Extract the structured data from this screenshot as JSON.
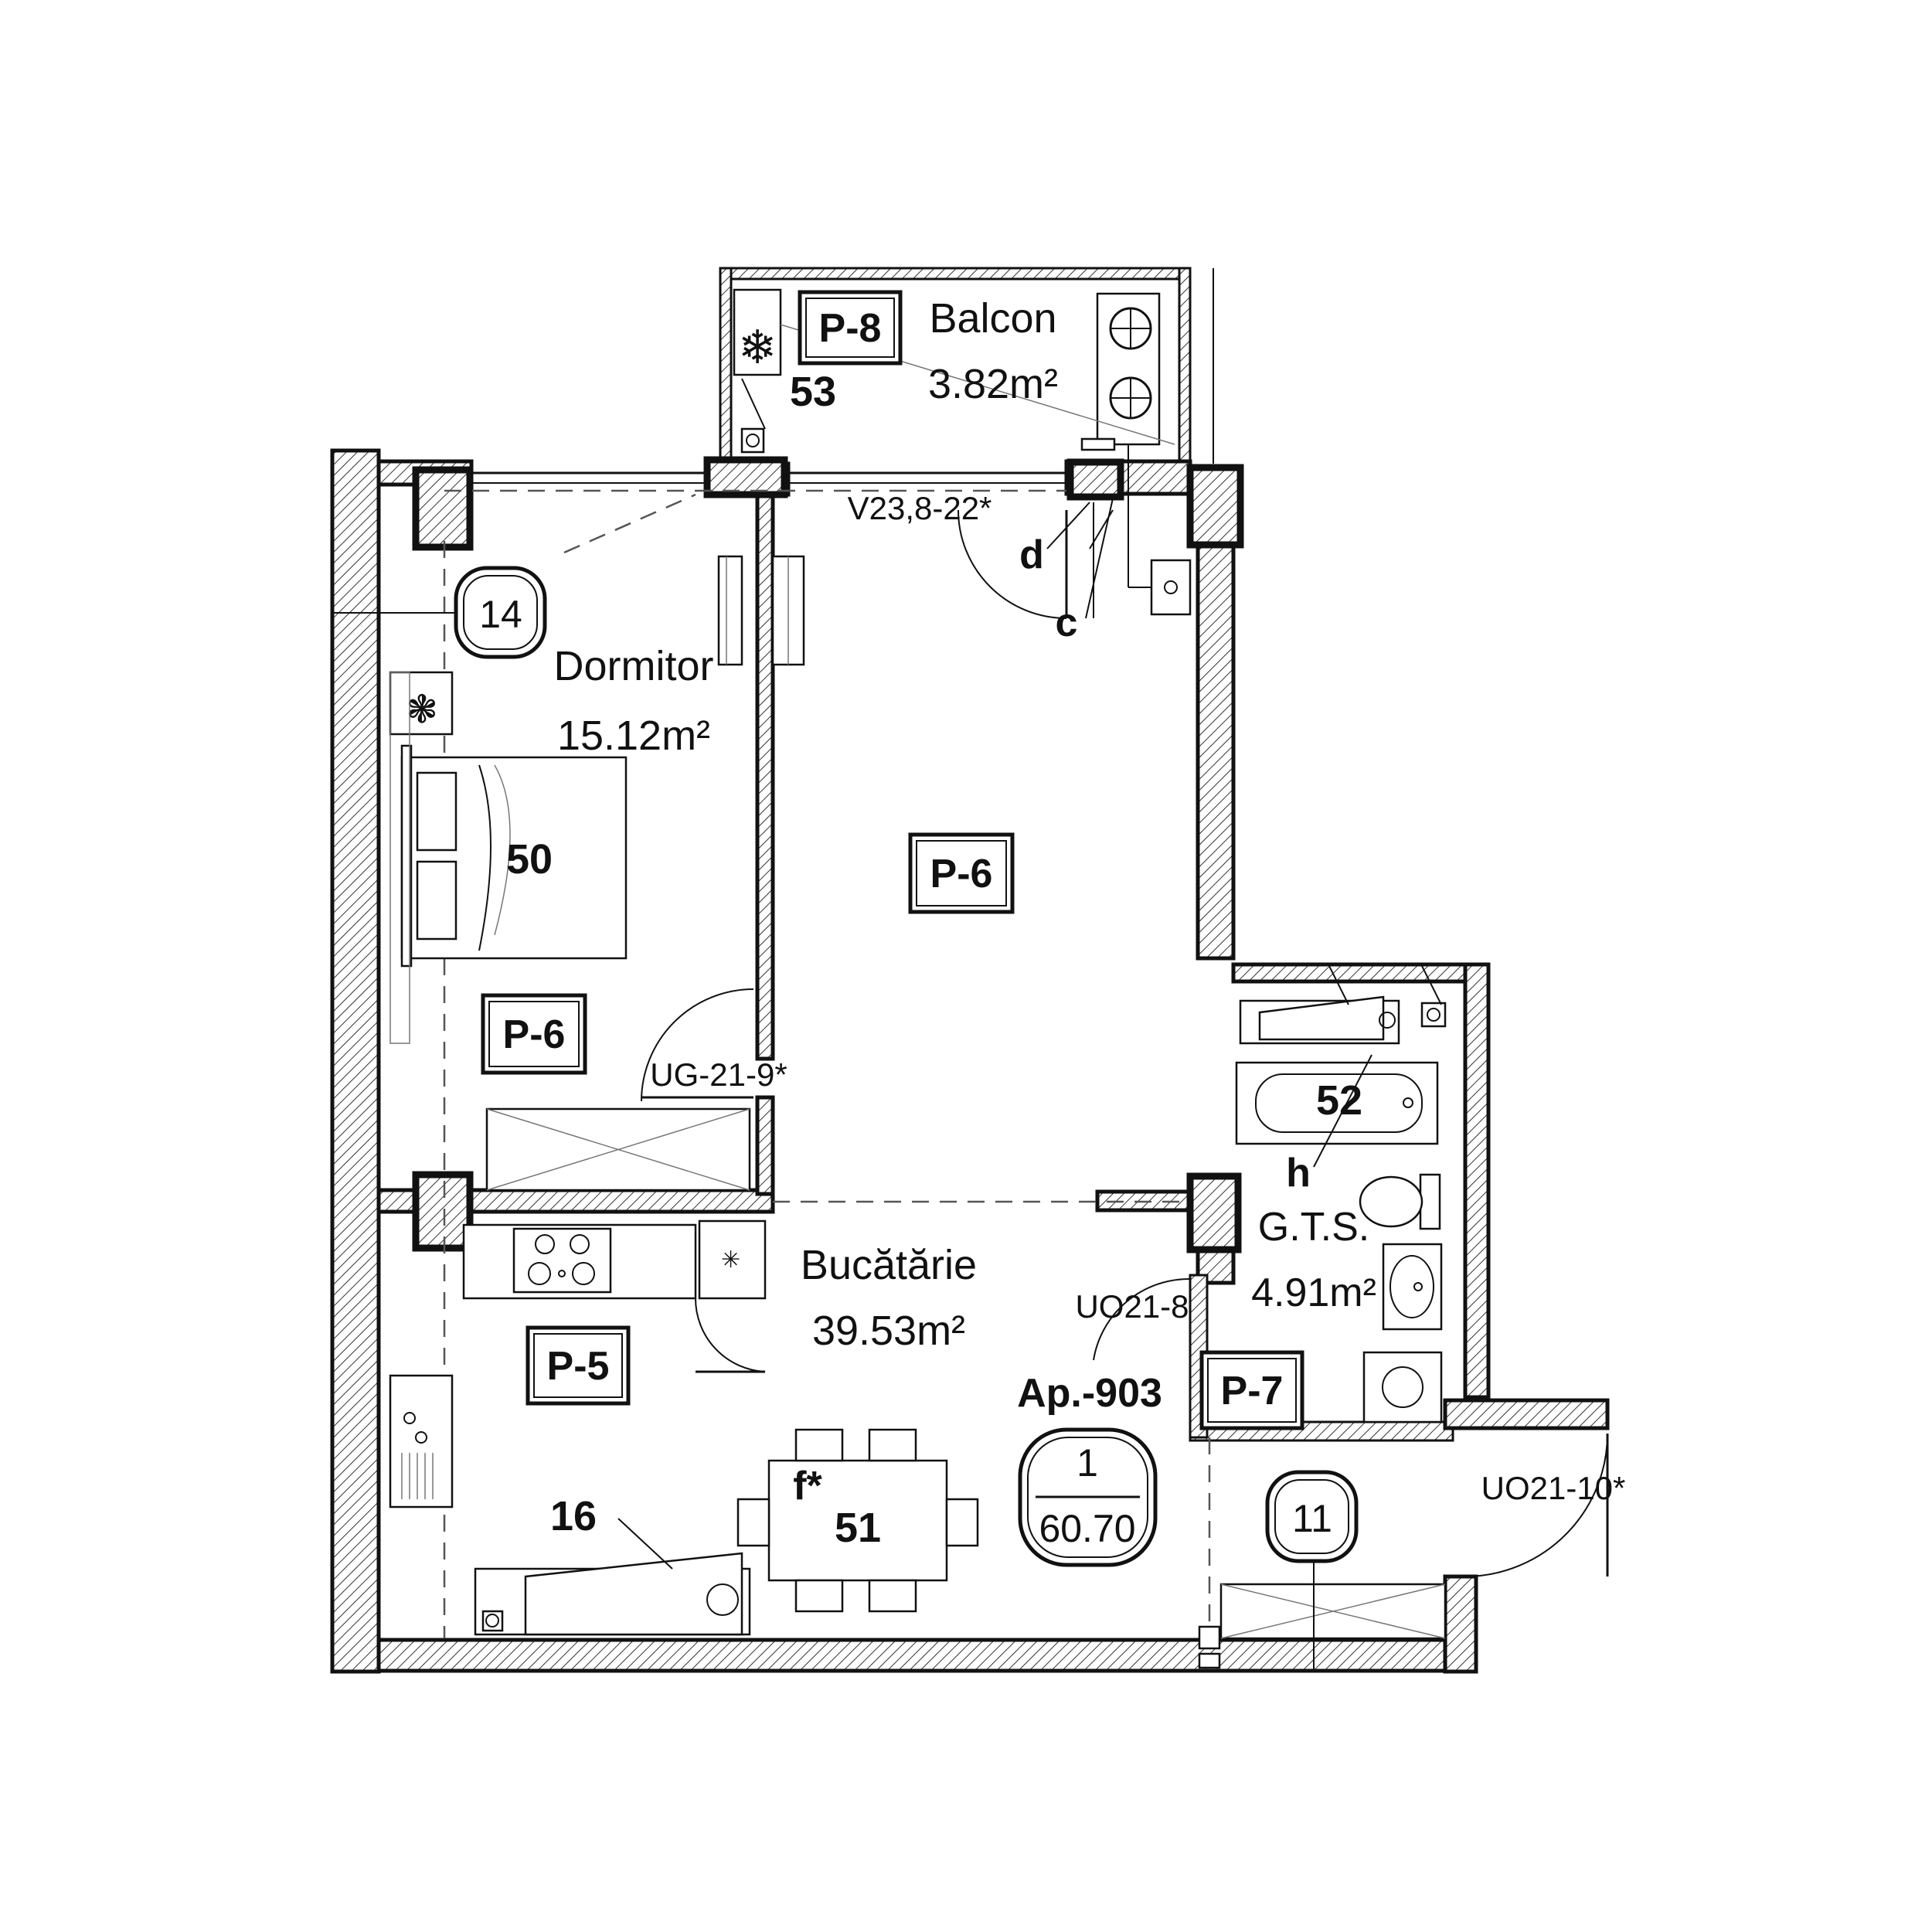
{
  "apartment": {
    "id": "Ap.-903",
    "badge_top": "1",
    "badge_bottom": "60.70"
  },
  "rooms": {
    "balcony": {
      "name": "Balcon",
      "area": "3.82m²"
    },
    "bedroom": {
      "name": "Dormitor",
      "area": "15.12m²"
    },
    "kitchen": {
      "name": "Bucătărie",
      "area": "39.53m²"
    },
    "bathroom": {
      "name": "G.T.S.",
      "area": "4.91m²"
    }
  },
  "floor_tags": [
    "P-8",
    "P-6",
    "P-6",
    "P-5",
    "P-7"
  ],
  "circle_tags": [
    "14",
    "11"
  ],
  "item_numbers": [
    "53",
    "50",
    "52",
    "51",
    "16"
  ],
  "door_labels": {
    "window": "V23,8-22*",
    "bedroom_door": "UG-21-9*",
    "bath_door": "UO21-8",
    "entrance_door": "UO21-10*"
  },
  "letters": {
    "d": "d",
    "c": "c",
    "h": "h",
    "f": "f*"
  }
}
